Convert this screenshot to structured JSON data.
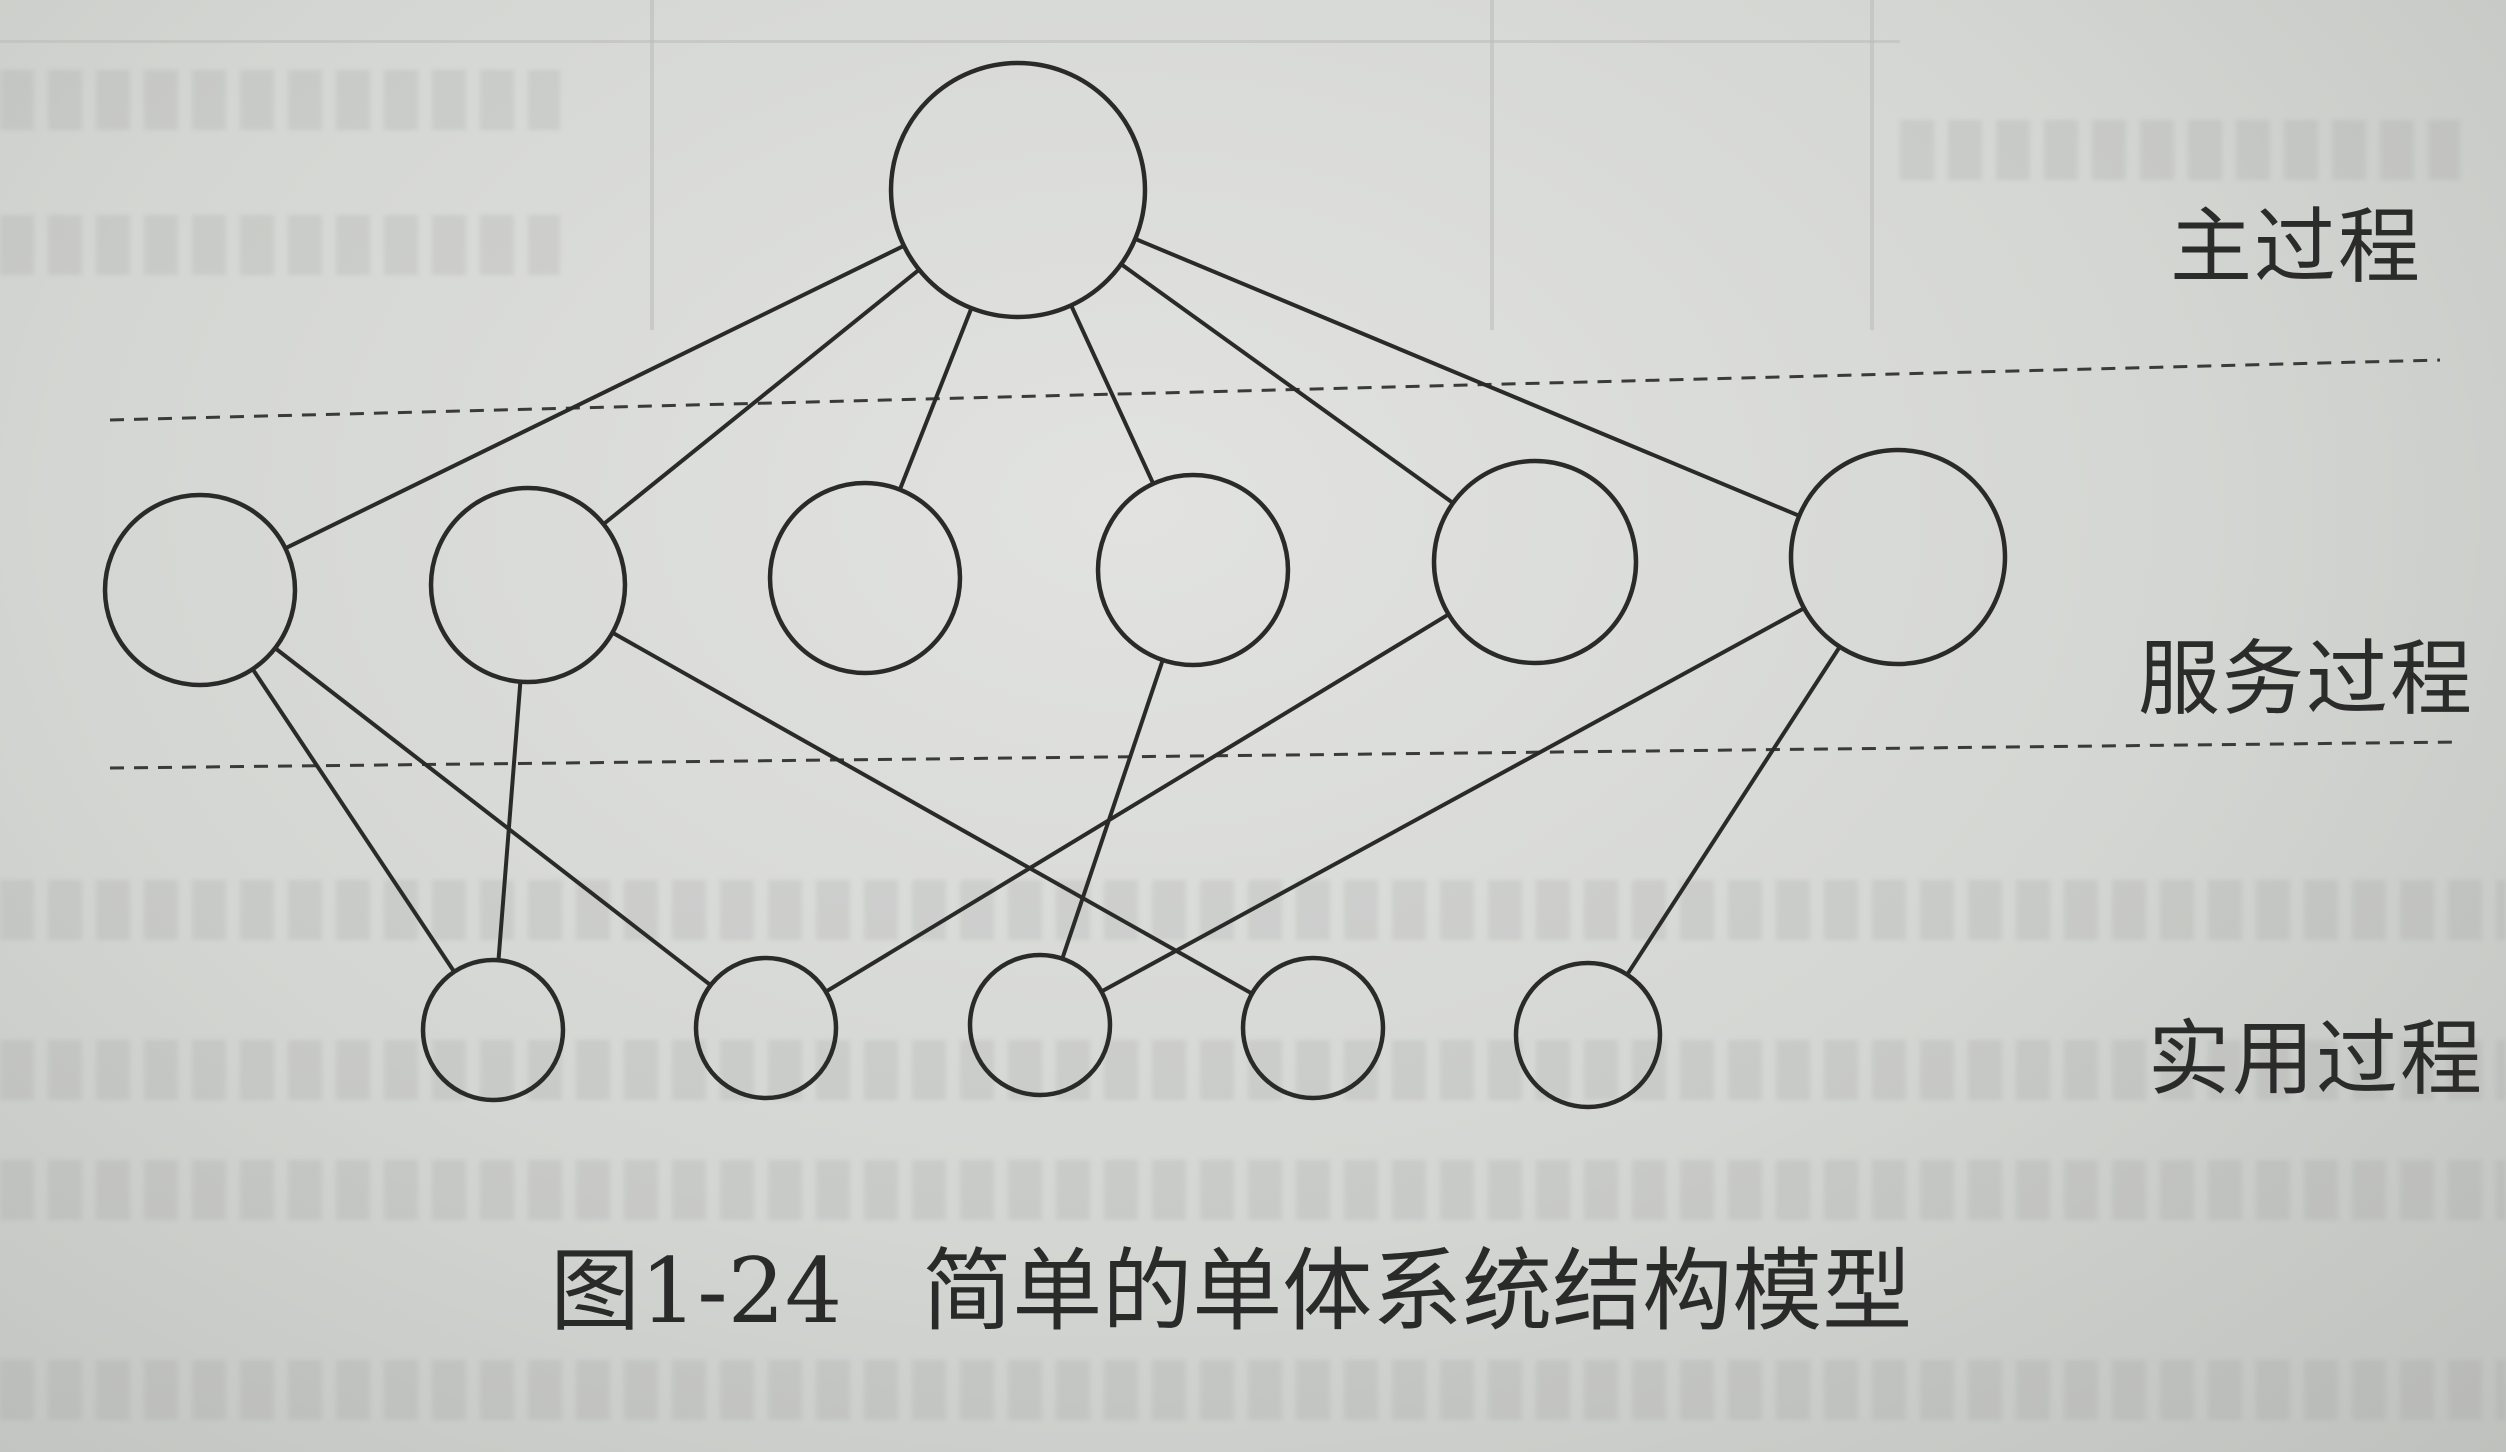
{
  "levels": {
    "main": "主过程",
    "service": "服务过程",
    "utility": "实用过程"
  },
  "caption": {
    "figure_number": "图1-24",
    "title": "简单的单体系统结构模型"
  },
  "diagram": {
    "nodes": [
      "main",
      "s1",
      "s2",
      "s3",
      "s4",
      "s5",
      "s6",
      "u1",
      "u2",
      "u3",
      "u4",
      "u5"
    ],
    "edges": [
      [
        "main",
        "s1"
      ],
      [
        "main",
        "s2"
      ],
      [
        "main",
        "s3"
      ],
      [
        "main",
        "s4"
      ],
      [
        "main",
        "s5"
      ],
      [
        "main",
        "s6"
      ],
      [
        "s1",
        "u1"
      ],
      [
        "s1",
        "u2"
      ],
      [
        "s2",
        "u1"
      ],
      [
        "s2",
        "u4"
      ],
      [
        "s4",
        "u3"
      ],
      [
        "s5",
        "u2"
      ],
      [
        "s6",
        "u3"
      ],
      [
        "s6",
        "u5"
      ]
    ]
  },
  "colors": {
    "ink": "#2a2a2a",
    "paper": "#d6d8d5"
  }
}
